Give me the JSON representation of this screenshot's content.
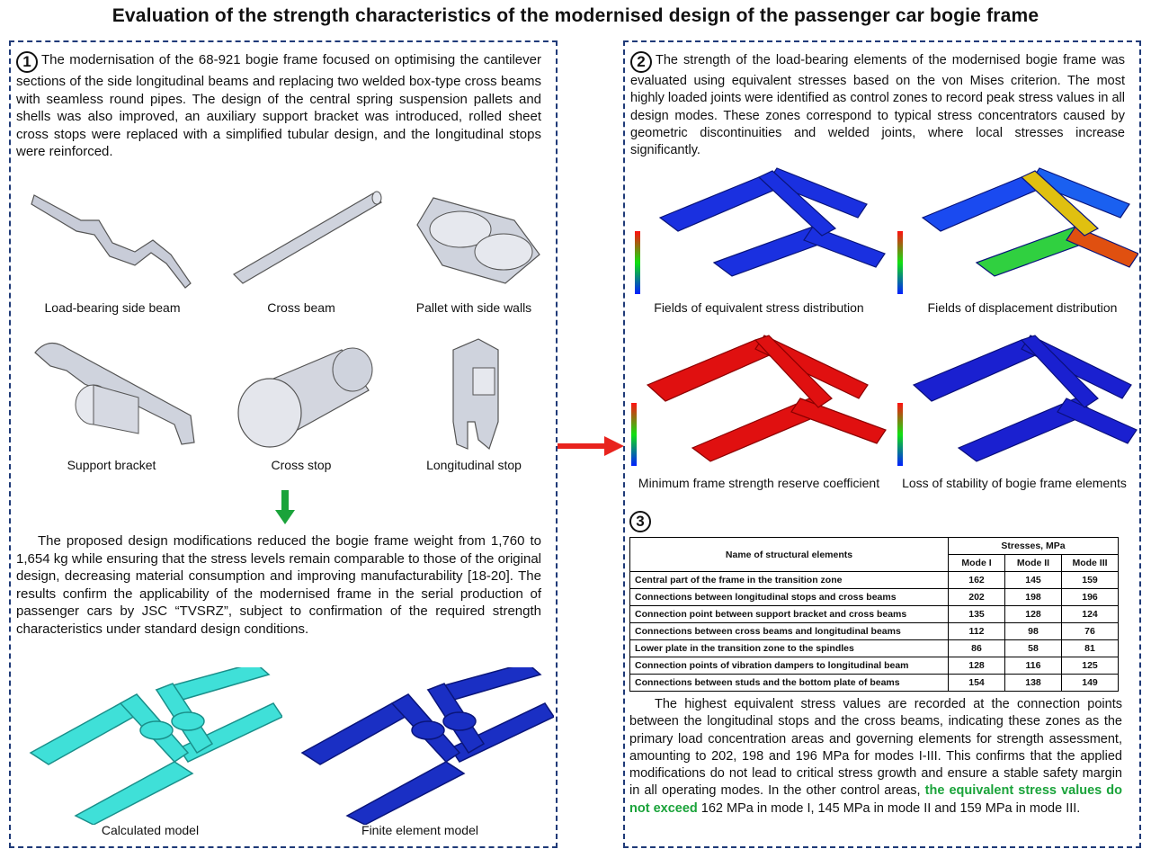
{
  "title": "Evaluation of the strength characteristics of the modernised design of the passenger car bogie frame",
  "section1": {
    "number": "1",
    "intro": "The modernisation of the 68-921 bogie frame focused on optimising the cantilever sections of the side longitudinal beams and replacing two welded box-type cross beams with seamless round pipes. The design of the central spring suspension pallets and shells was also improved, an auxiliary support bracket was introduced, rolled sheet cross stops were replaced with a simplified tubular design, and the longitudinal stops were reinforced.",
    "parts": [
      "Load-bearing side beam",
      "Cross beam",
      "Pallet with side walls",
      "Support bracket",
      "Cross stop",
      "Longitudinal stop"
    ],
    "conclusion": "The proposed design modifications reduced the bogie frame weight from 1,760 to 1,654 kg while ensuring that the stress levels remain comparable to those of the original design, decreasing material consumption and improving manufacturability [18-20]. The results confirm the applicability of the modernised frame in the serial production of passenger cars by JSC “TVSRZ”, subject to confirmation of the required strength characteristics under standard design conditions.",
    "models": [
      "Calculated model",
      "Finite element model"
    ]
  },
  "section2": {
    "number": "2",
    "intro": "The strength of the load-bearing elements of the modernised bogie frame was evaluated using equivalent stresses based on the von Mises criterion. The most highly loaded joints were identified as control zones to record peak stress values in all design modes. These zones correspond to typical stress concentrators caused by geometric discontinuities and welded joints, where local stresses increase significantly.",
    "fields": [
      "Fields of equivalent stress distribution",
      "Fields of displacement distribution",
      "Minimum frame strength reserve coefficient",
      "Loss of stability of bogie frame elements"
    ]
  },
  "section3": {
    "number": "3",
    "table": {
      "col_name": "Name of structural elements",
      "col_group": "Stresses, MPa",
      "modes": [
        "Mode I",
        "Mode II",
        "Mode III"
      ],
      "rows": [
        {
          "name": "Central part of the frame in the transition zone",
          "values": [
            162,
            145,
            159
          ]
        },
        {
          "name": "Connections between longitudinal stops and cross beams",
          "values": [
            202,
            198,
            196
          ]
        },
        {
          "name": "Connection point between support bracket and cross beams",
          "values": [
            135,
            128,
            124
          ]
        },
        {
          "name": "Connections between cross beams and longitudinal beams",
          "values": [
            112,
            98,
            76
          ]
        },
        {
          "name": "Lower plate in the transition zone to the spindles",
          "values": [
            86,
            58,
            81
          ]
        },
        {
          "name": "Connection points of vibration dampers to longitudinal beam",
          "values": [
            128,
            116,
            125
          ]
        },
        {
          "name": "Connections between studs and the bottom plate of beams",
          "values": [
            154,
            138,
            149
          ]
        }
      ]
    },
    "text_a": "The highest equivalent stress values are recorded at the connection points between the longitudinal stops and the cross beams, indicating these zones as the primary load concentration areas and governing elements for strength assessment, amounting to 202, 198 and 196 MPa for modes I-III. This confirms that the applied modifications do not lead to critical stress growth and ensure a stable safety margin in all operating modes. In the other control areas,",
    "text_highlight": "the equivalent stress values do not exceed",
    "text_b": "162 MPa in mode I, 145 MPa in mode II and 159 MPa in mode III."
  },
  "colors": {
    "panel_border": "#1f3a78",
    "green_arrow": "#1aa33a",
    "red_arrow": "#e8231e",
    "highlight": "#1aa33a"
  }
}
